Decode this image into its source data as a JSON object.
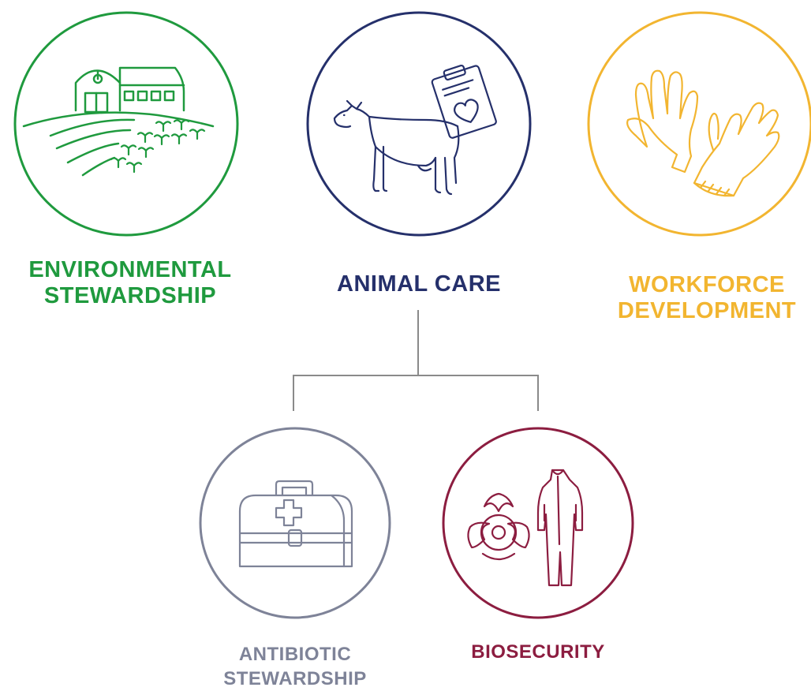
{
  "nodes": {
    "environmental": {
      "label_lines": [
        "ENVIRONMENTAL",
        "STEWARDSHIP"
      ],
      "color": "#1f9a3e",
      "icon": "farm-barn-icon"
    },
    "animal_care": {
      "label_lines": [
        "ANIMAL CARE"
      ],
      "color": "#25306b",
      "icon": "cow-clipboard-icon"
    },
    "workforce": {
      "label_lines": [
        "WORKFORCE",
        "DEVELOPMENT"
      ],
      "color": "#f2b530",
      "icon": "work-gloves-icon"
    },
    "antibiotic": {
      "label_lines": [
        "ANTIBIOTIC",
        "STEWARDSHIP"
      ],
      "color": "#7e8398",
      "icon": "medical-kit-icon"
    },
    "biosecurity": {
      "label_lines": [
        "BIOSECURITY"
      ],
      "color": "#8c1d40",
      "icon": "biohazard-coverall-icon"
    }
  },
  "connector_color": "#8a8a8a"
}
